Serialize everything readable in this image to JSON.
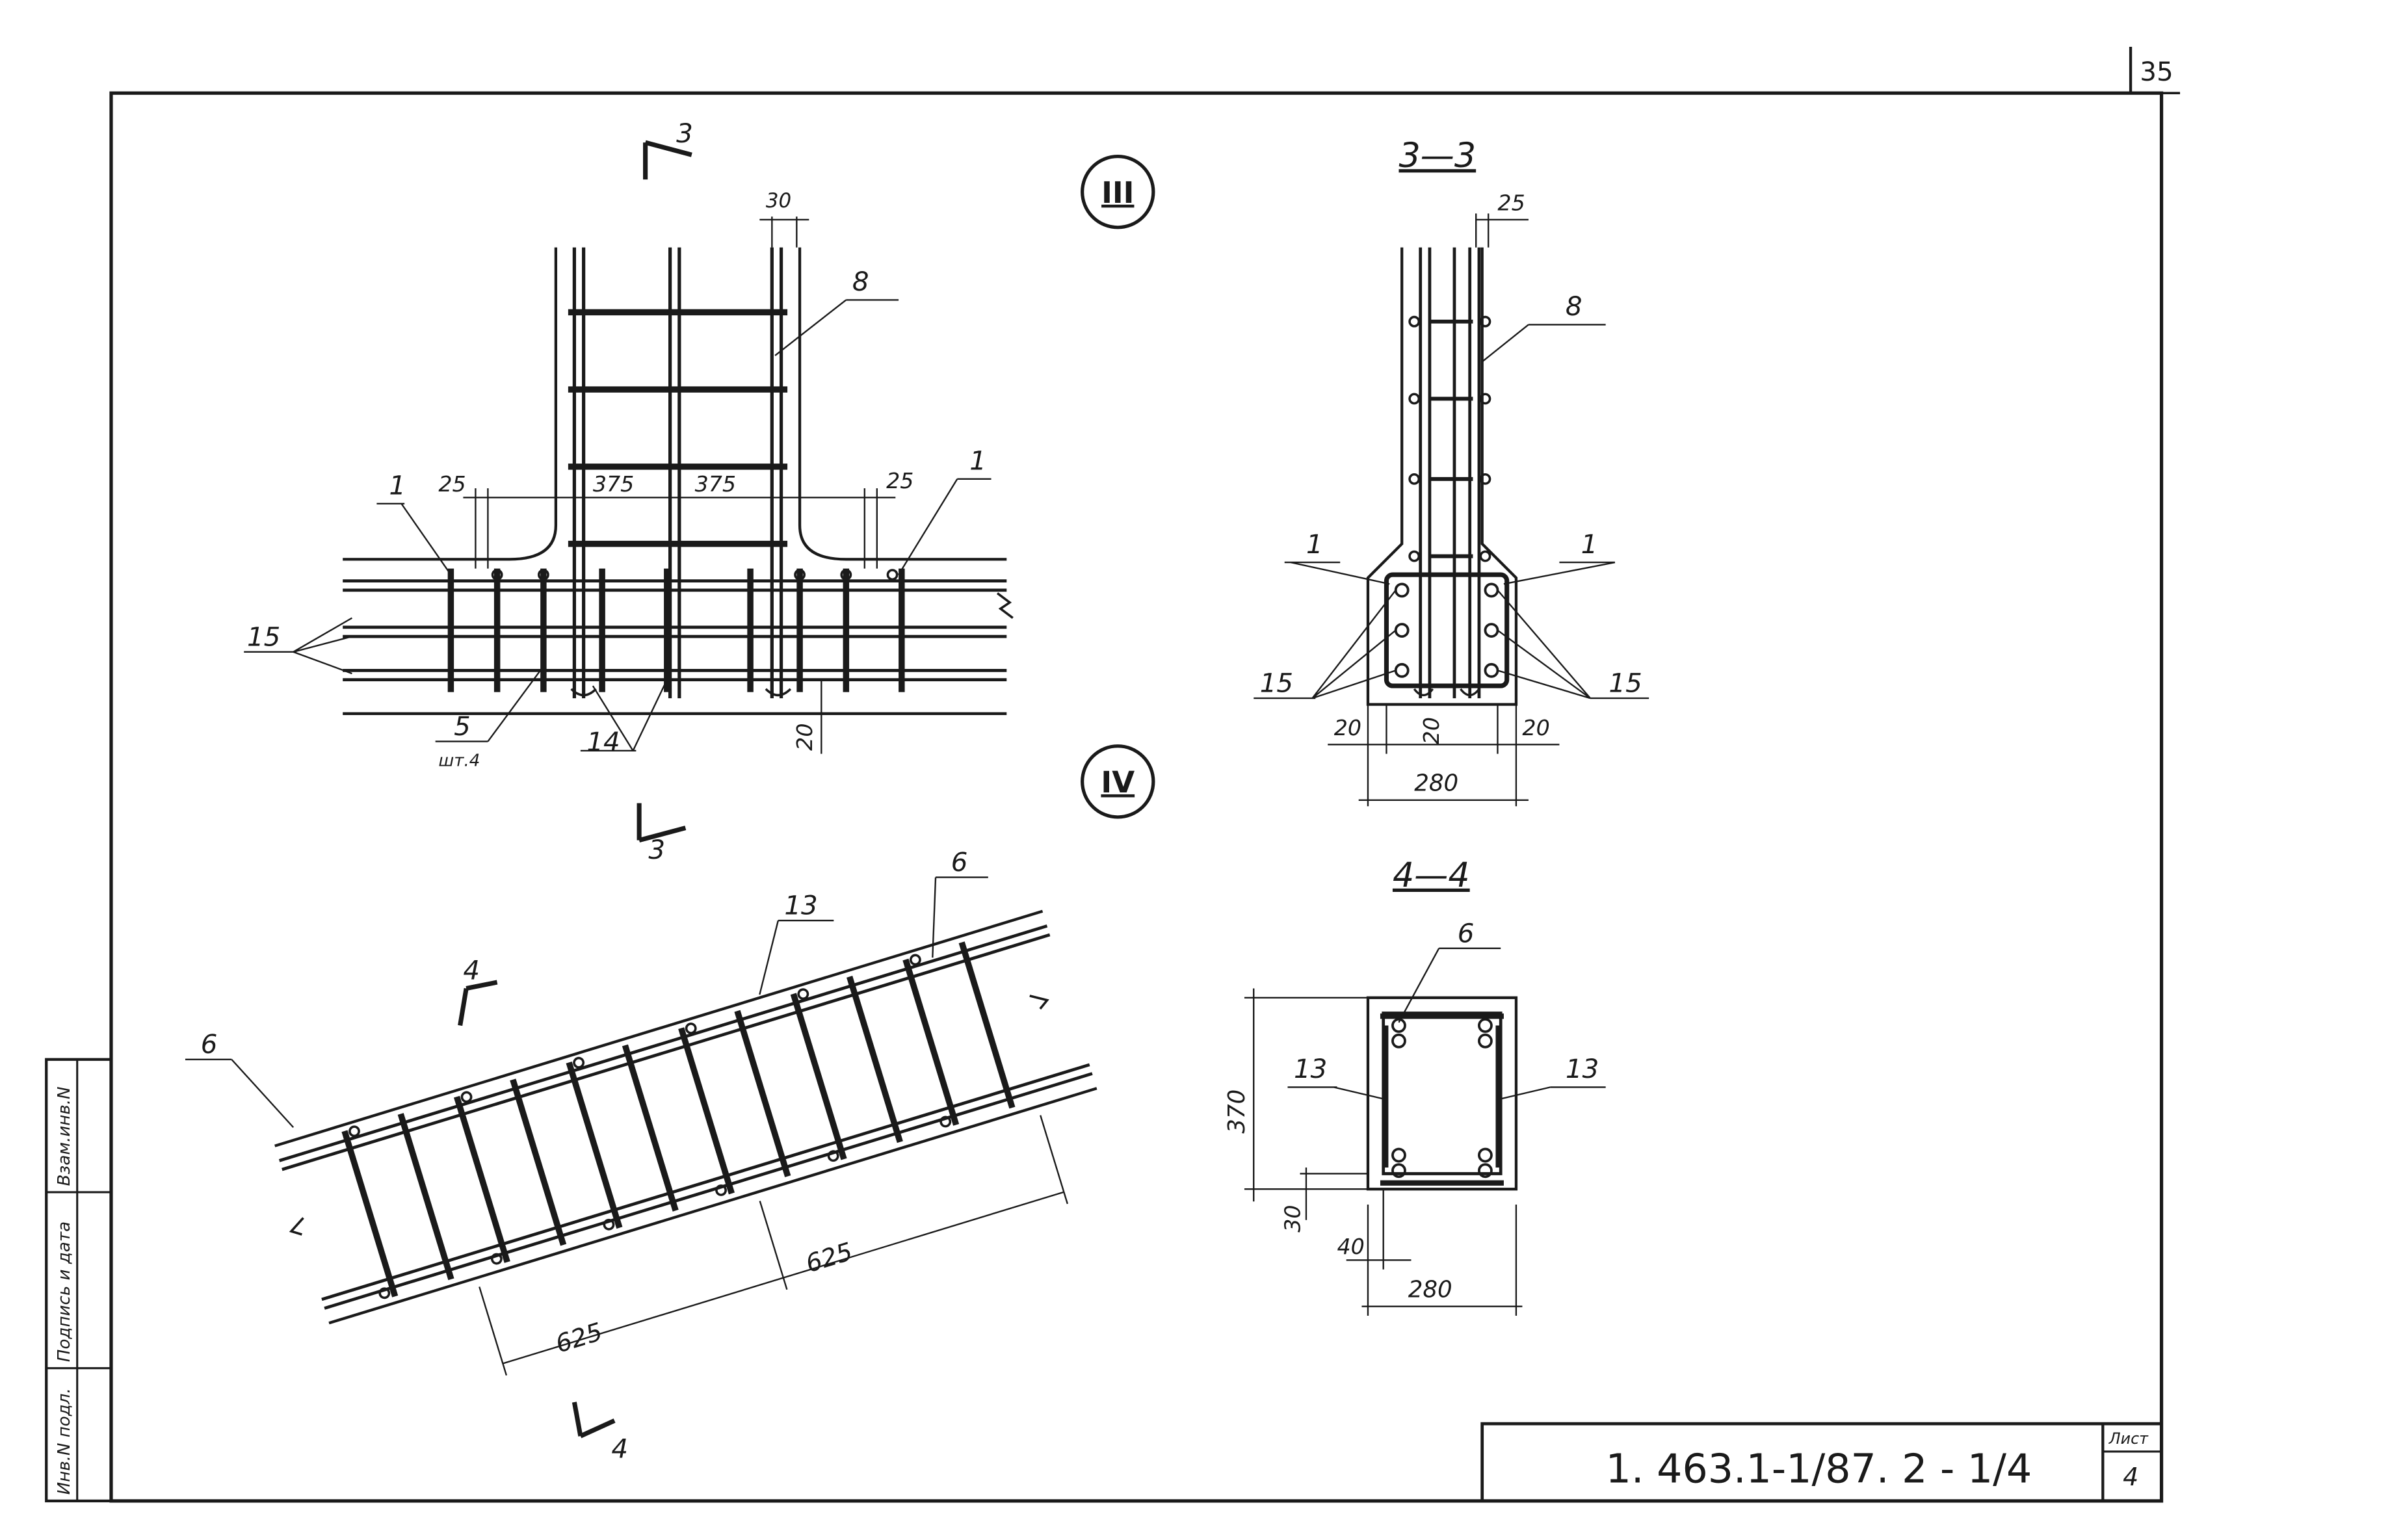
{
  "page_number": "35",
  "title_block": {
    "document_code": "1. 463.1-1/87. 2 - 1/4",
    "sheet_label": "Лист",
    "sheet_number": "4"
  },
  "side_stamp": {
    "cells": [
      "Инв.N подл.",
      "Подпись и дата",
      "Взам.инв.N"
    ]
  },
  "node_III": {
    "marker": "III",
    "section_arrow_top": "3",
    "section_arrow_bottom": "3",
    "dims": {
      "top_bar": "30",
      "left_cover": "25",
      "right_cover": "25",
      "span_left": "375",
      "span_right": "375",
      "bottom_cover": "20"
    },
    "labels": {
      "pos8": "8",
      "pos1_left": "1",
      "pos1_right": "1",
      "pos15": "15",
      "pos5": "5",
      "pos5_note": "шт.4",
      "pos14": "14"
    }
  },
  "section_3_3": {
    "title": "3—3",
    "dims": {
      "top": "25",
      "left": "20",
      "mid": "20",
      "right": "20",
      "width": "280"
    },
    "labels": {
      "pos8": "8",
      "pos1_left": "1",
      "pos1_right": "1",
      "pos15_left": "15",
      "pos15_right": "15"
    }
  },
  "node_IV": {
    "marker": "IV",
    "section_arrow_top": "4",
    "section_arrow_bottom": "4",
    "dims": {
      "step_left": "625",
      "step_right": "625"
    },
    "labels": {
      "pos6_left": "6",
      "pos6_right": "6",
      "pos13": "13"
    }
  },
  "section_4_4": {
    "title": "4—4",
    "dims": {
      "height": "370",
      "bottom": "30",
      "side": "40",
      "width": "280"
    },
    "labels": {
      "pos6": "6",
      "pos13_left": "13",
      "pos13_right": "13"
    }
  }
}
